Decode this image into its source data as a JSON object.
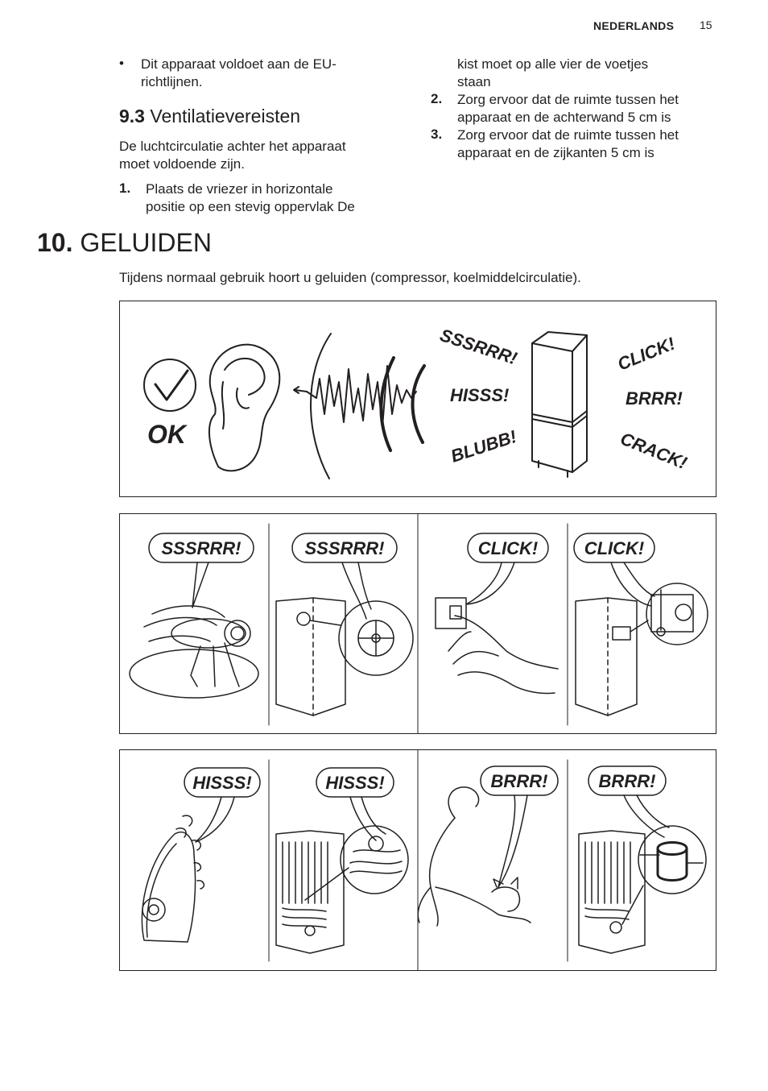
{
  "header": {
    "language": "NEDERLANDS",
    "page_number": "15"
  },
  "left_column": {
    "bullet": "Dit apparaat voldoet aan de EU-richtlijnen.",
    "bullet_line1": "Dit apparaat voldoet aan de EU-",
    "bullet_line2": "richtlijnen.",
    "section_number": "9.3",
    "section_title": "Ventilatievereisten",
    "para_line1": "De luchtcirculatie achter het apparaat",
    "para_line2": "moet voldoende zijn.",
    "step1_number": "1.",
    "step1_line1": "Plaats de vriezer in horizontale",
    "step1_line2": "positie op een stevig oppervlak De"
  },
  "right_column": {
    "cont_line1": "kist moet op alle vier de voetjes",
    "cont_line2": "staan",
    "step2_number": "2.",
    "step2_line1": "Zorg ervoor dat de ruimte tussen het",
    "step2_line2": "apparaat en de achterwand 5 cm is",
    "step3_number": "3.",
    "step3_line1": "Zorg ervoor dat de ruimte tussen het",
    "step3_line2": "apparaat en de zijkanten 5 cm is"
  },
  "chapter": {
    "number": "10.",
    "title": "GELUIDEN",
    "intro": "Tijdens normaal gebruik hoort u geluiden (compressor, koelmiddelcirculatie)."
  },
  "illustration_top": {
    "ok_label": "OK",
    "sounds": [
      "SSSRRR!",
      "HISSS!",
      "BLUBB!",
      "CLICK!",
      "BRRR!",
      "CRACK!"
    ]
  },
  "illustration_row1": {
    "bubbles": [
      "SSSRRR!",
      "SSSRRR!",
      "CLICK!",
      "CLICK!"
    ]
  },
  "illustration_row2": {
    "bubbles": [
      "HISSS!",
      "HISSS!",
      "BRRR!",
      "BRRR!"
    ]
  },
  "icons": [
    "check-icon",
    "ear-icon",
    "soundwave-icon",
    "fridge-icon",
    "fly-icon",
    "fan-icon",
    "switch-icon",
    "hand-icon",
    "thermostat-icon",
    "iron-icon",
    "coil-icon",
    "cat-icon",
    "compressor-icon"
  ]
}
